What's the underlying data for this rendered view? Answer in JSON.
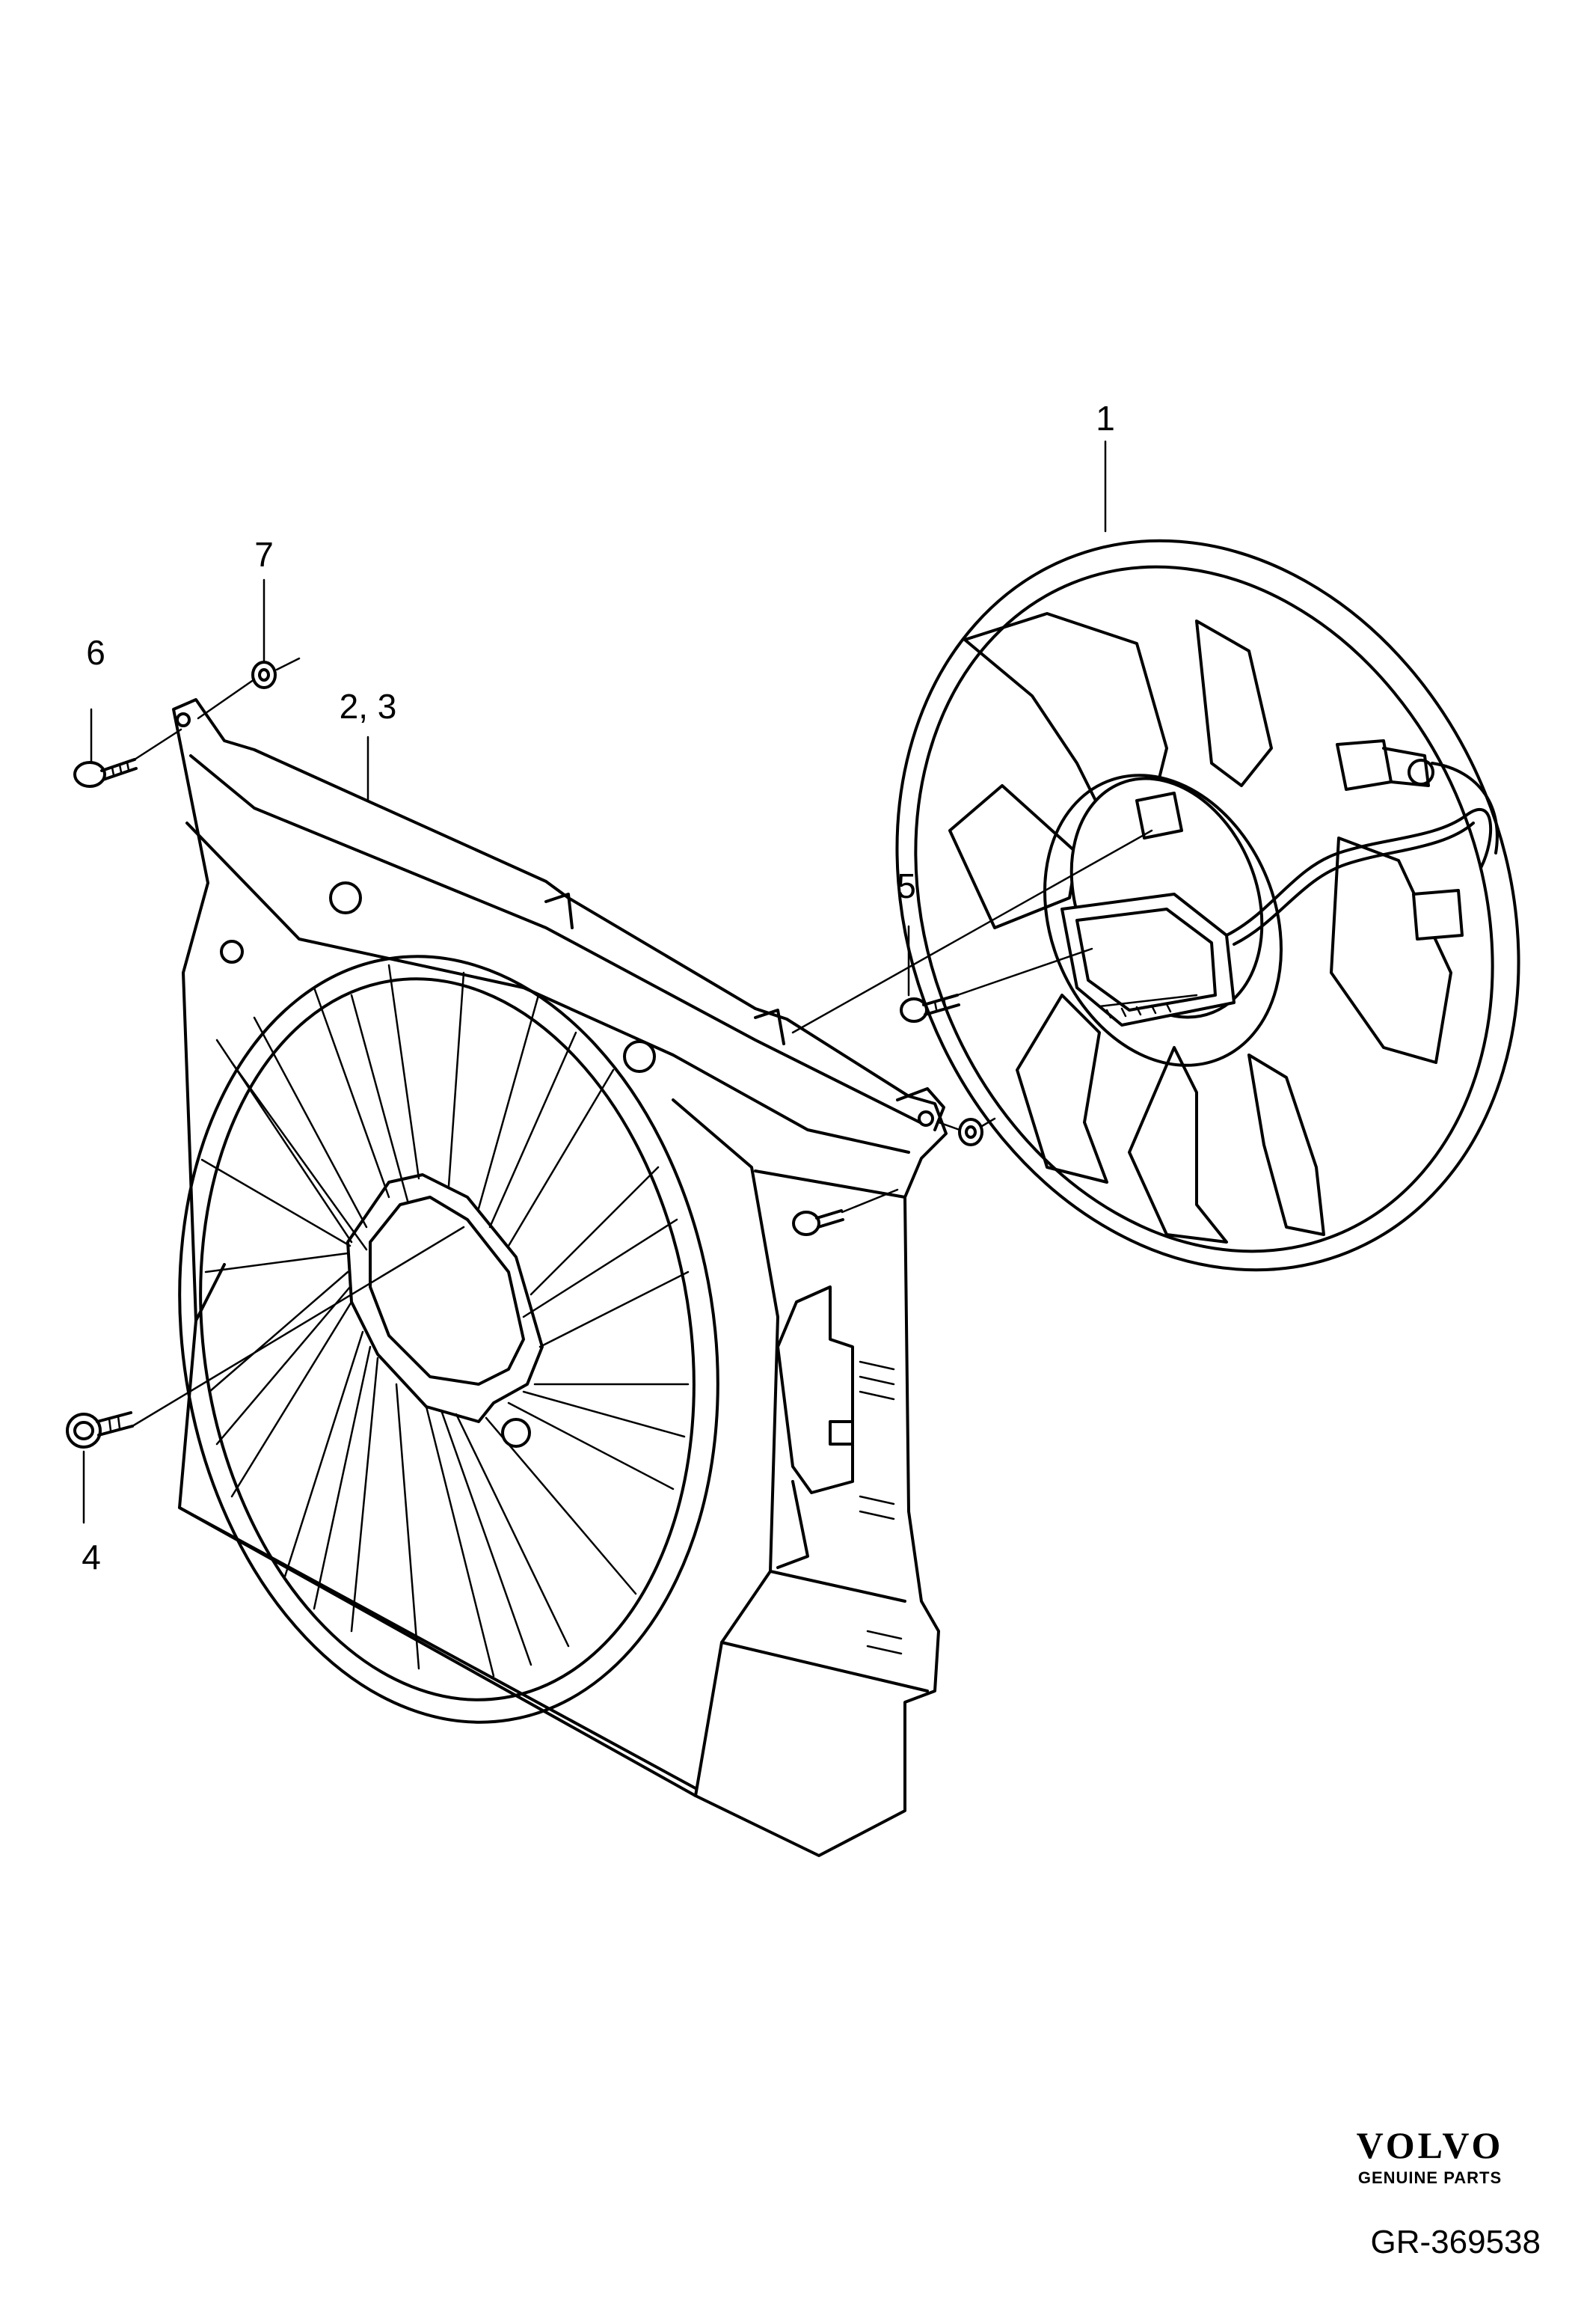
{
  "callouts": {
    "c1": "1",
    "c23": "2,  3",
    "c4": "4",
    "c5": "5",
    "c6": "6",
    "c7": "7"
  },
  "brand": {
    "name": "VOLVO",
    "tagline": "GENUINE PARTS"
  },
  "diagram_ref": "GR-369538"
}
